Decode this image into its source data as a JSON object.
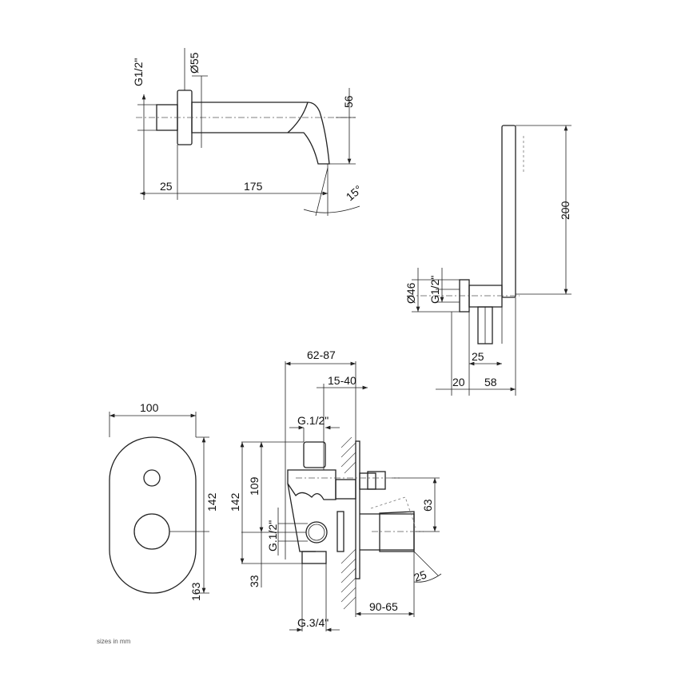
{
  "spout": {
    "g_thread": "G1/2\"",
    "diameter": "Ø55",
    "height": "56",
    "depth": "25",
    "length": "175",
    "angle": "15°"
  },
  "hand_shower": {
    "height": "200",
    "diameter": "Ø46",
    "g_thread": "G1/2\"",
    "offset": "25",
    "flange": "20",
    "projection": "58"
  },
  "plate": {
    "width": "100",
    "height_upper": "142",
    "height_total": "163"
  },
  "valve": {
    "depth_range": "62-87",
    "wall_range": "15-40",
    "top_thread": "G.1/2\"",
    "height": "142",
    "height_upper": "109",
    "side_thread": "G.1/2\"",
    "bottom_offset": "33",
    "knob_offset": "63",
    "knob_angle": "25",
    "projection_range": "90-65",
    "bottom_thread": "G.3/4\""
  },
  "footer": {
    "note": "sizes in mm"
  }
}
